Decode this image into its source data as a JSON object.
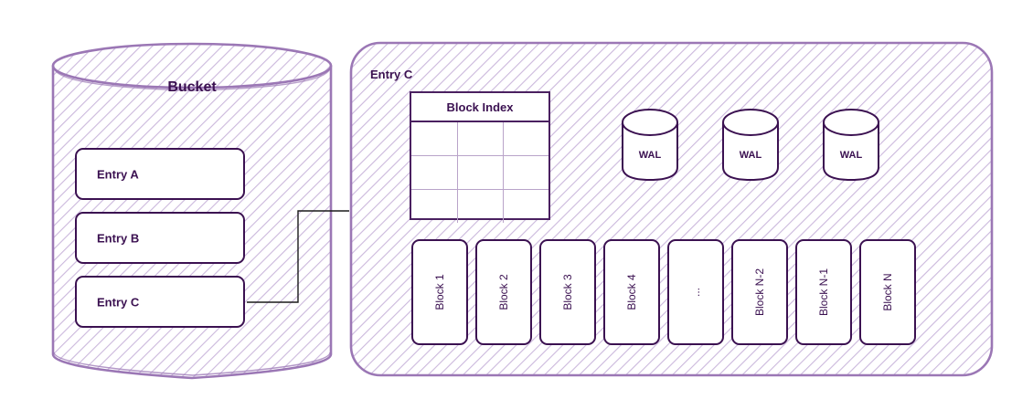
{
  "diagram": {
    "title_bucket": "Bucket",
    "entry_panel_title": "Entry C",
    "colors": {
      "stroke_dark": "#3b1151",
      "stroke_light": "#9b77b5",
      "hatch": "#c9b5da",
      "fill_white": "#ffffff",
      "connector": "#1a1a1a"
    }
  },
  "bucket": {
    "label": "Bucket",
    "entries": [
      {
        "label": "Entry A"
      },
      {
        "label": "Entry B"
      },
      {
        "label": "Entry C"
      }
    ]
  },
  "entry_panel": {
    "label": "Entry C",
    "block_index": {
      "header": "Block Index",
      "columns": 3,
      "rows": 3,
      "cells": [
        [
          "",
          "",
          ""
        ],
        [
          "",
          "",
          ""
        ],
        [
          "",
          "",
          ""
        ]
      ]
    },
    "wal_cylinders": [
      {
        "label": "WAL"
      },
      {
        "label": "WAL"
      },
      {
        "label": "WAL"
      }
    ],
    "blocks": [
      {
        "label": "Block 1"
      },
      {
        "label": "Block 2"
      },
      {
        "label": "Block 3"
      },
      {
        "label": "Block 4"
      },
      {
        "label": "..."
      },
      {
        "label": "Block N-2"
      },
      {
        "label": "Block N-1"
      },
      {
        "label": "Block N"
      }
    ]
  }
}
